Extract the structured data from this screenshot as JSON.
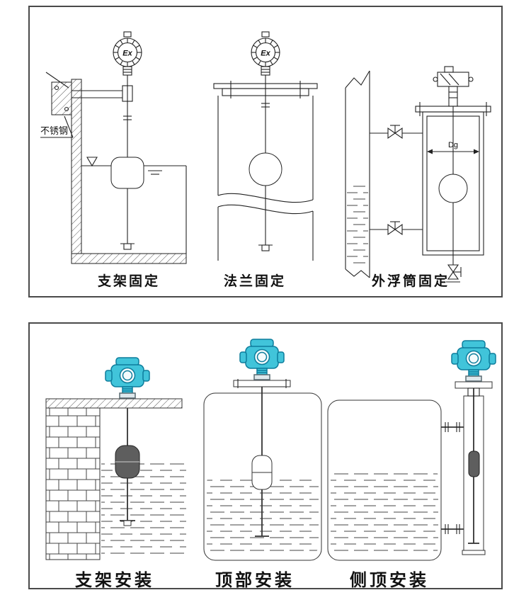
{
  "colors": {
    "transmitter_teal": "#41c4da",
    "transmitter_teal_dark": "#0d7d9c",
    "diagram_line": "#222222"
  },
  "top_panel": {
    "captions": [
      "支架固定",
      "法兰固定",
      "外浮筒固定"
    ],
    "annotations": {
      "stainless_steel": "不锈钢",
      "ex_marking": "Ex",
      "diameter_label": "Dg"
    }
  },
  "bottom_panel": {
    "captions": [
      "支架安装",
      "顶部安装",
      "侧顶安装"
    ]
  }
}
